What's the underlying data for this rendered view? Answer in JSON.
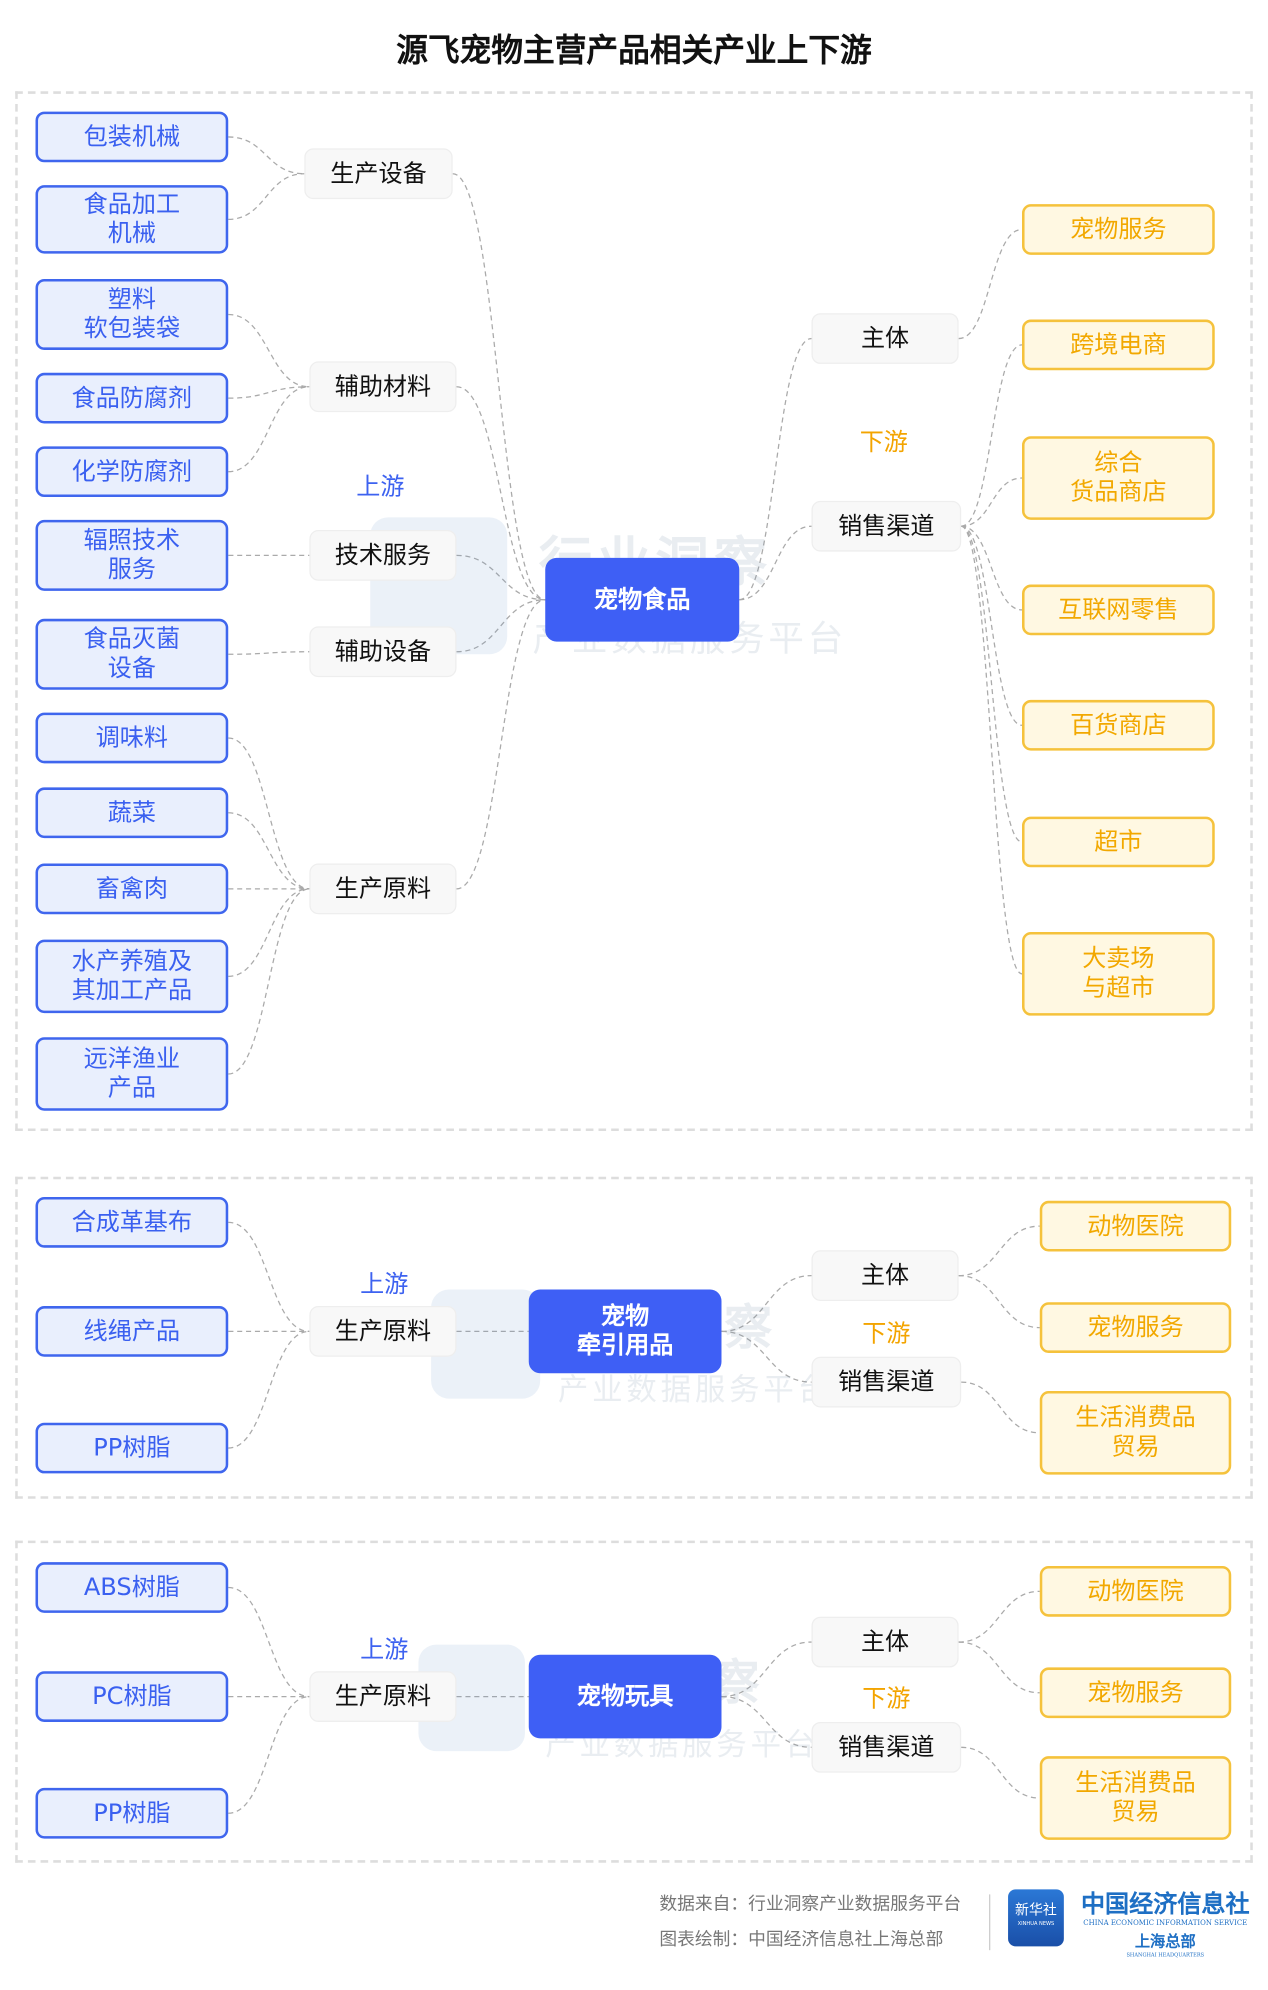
{
  "title": "源飞宠物主营产品相关产业上下游",
  "watermark": {
    "main": "行业洞察",
    "sub": "产业数据服务平台",
    "logo": "新华社"
  },
  "labels": {
    "upstream": "上游",
    "downstream": "下游"
  },
  "section1": {
    "center": "宠物食品",
    "inputs": [
      "包装机械",
      "食品加工\n机械",
      "塑料\n软包装袋",
      "食品防腐剂",
      "化学防腐剂",
      "辐照技术\n服务",
      "食品灭菌\n设备",
      "调味料",
      "蔬菜",
      "畜禽肉",
      "水产养殖及\n其加工产品",
      "远洋渔业\n产品"
    ],
    "categories": [
      "生产设备",
      "辅助材料",
      "技术服务",
      "辅助设备",
      "生产原料"
    ],
    "down_categories": [
      "主体",
      "销售渠道"
    ],
    "outputs": [
      "宠物服务",
      "跨境电商",
      "综合\n货品商店",
      "互联网零售",
      "百货商店",
      "超市",
      "大卖场\n与超市"
    ]
  },
  "section2": {
    "center": "宠物\n牵引用品",
    "inputs": [
      "合成革基布",
      "线绳产品",
      "PP树脂"
    ],
    "categories": [
      "生产原料"
    ],
    "down_categories": [
      "主体",
      "销售渠道"
    ],
    "outputs": [
      "动物医院",
      "宠物服务",
      "生活消费品\n贸易"
    ]
  },
  "section3": {
    "center": "宠物玩具",
    "inputs": [
      "ABS树脂",
      "PC树脂",
      "PP树脂"
    ],
    "categories": [
      "生产原料"
    ],
    "down_categories": [
      "主体",
      "销售渠道"
    ],
    "outputs": [
      "动物医院",
      "宠物服务",
      "生活消费品\n贸易"
    ]
  },
  "footer": {
    "source": "数据来自：行业洞察产业数据服务平台",
    "made_by": "图表绘制：中国经济信息社上海总部",
    "logo_badge": "新华社",
    "logo_badge_sub": "XINHUA NEWS",
    "org": "中国经济信息社",
    "org_en": "CHINA ECONOMIC INFORMATION SERVICE",
    "org_branch": "上海总部",
    "org_branch_en": "SHANGHAI HEADQUARTERS"
  },
  "colors": {
    "upstream": "#3e5ff5",
    "downstream": "#f5c23c",
    "center": "#3e5ff5"
  }
}
